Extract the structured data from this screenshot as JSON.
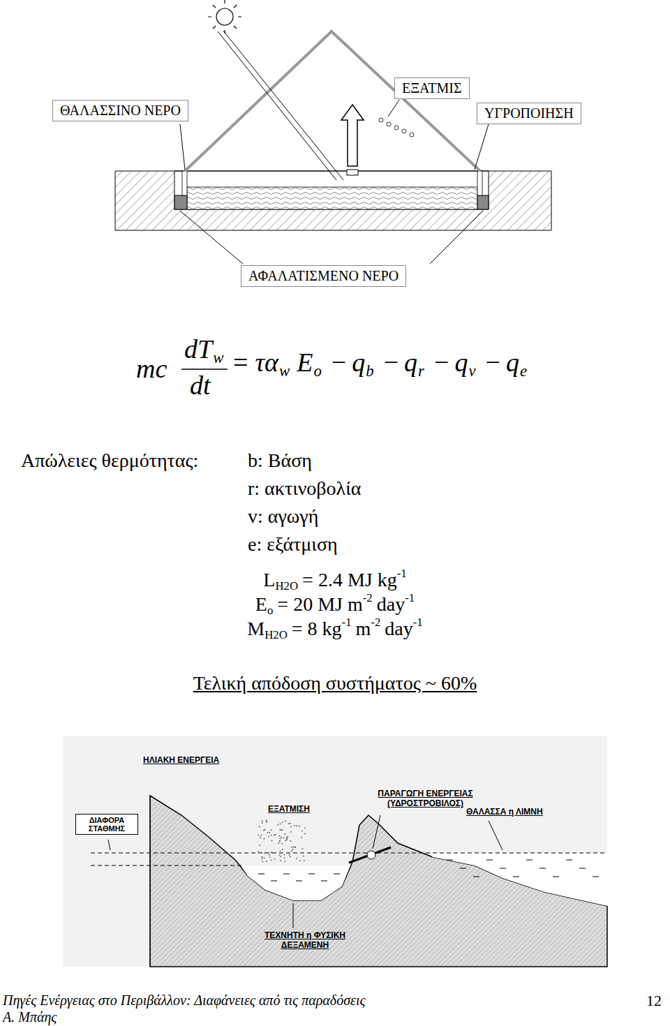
{
  "diagram": {
    "nodes": [
      {
        "text": [
          "ΘΑΛΑΣΣΙΝΟ ΝΕΡΟ"
        ]
      },
      {
        "text": [
          "ΕΞΑΤΜΙΣ"
        ]
      },
      {
        "text": [
          "ΥΓΡΟΠΟΙΗΣΗ"
        ]
      },
      {
        "text": [
          "ΑΦΑΛΑΤΙΣΜΕΝΟ ΝΕΡΟ"
        ]
      },
      {
        "text": [
          "ΔΙΑΦΟΡΑ ΣΤΑΘΜΗΣ"
        ]
      }
    ],
    "labels": [
      "mc",
      "dT",
      "w",
      "dt",
      "=",
      "τα",
      "w",
      "E",
      "o",
      "−",
      "q",
      "b",
      "−",
      "q",
      "r",
      "−",
      "q",
      "v",
      "−",
      "q",
      "e",
      "Απώλειες θερμότητας:",
      "b: Βάση",
      "r: ακτινοβολία",
      "v: αγωγή",
      "e: εξάτμιση",
      "L",
      "H2O",
      "= 2.4 MJ kg",
      "-1",
      "E",
      "o",
      "= 20 MJ m",
      "-2",
      "day",
      "-1",
      "M",
      "H2O",
      "= 8 kg",
      "-1",
      "m",
      "-2",
      "day",
      "-1",
      "Τελική απόδοση συστήματος ~ 60%",
      "ΗΛΙΑΚΗ ΕΝΕΡΓΕΙΑ",
      "ΕΞΑΤΜΙΣΗ",
      "ΠΑΡΑΓΩΓΗ ΕΝΕΡΓΕΙΑΣ (ΥΔΡΟΣΤΡΟΒΙΛΟΣ)",
      "ΘΑΛΑΣΣΑ η ΛΙΜΝΗ",
      "ΤΕΧΝΗΤΗ η ΦΥΣΙΚΗ ΔΕΞΑΜΕΝΗ",
      "Πηγές Ενέργειας στο Περιβάλλον: Διαφάνειες από τις παραδόσεις",
      "Α. Μπάης",
      "12"
    ]
  }
}
